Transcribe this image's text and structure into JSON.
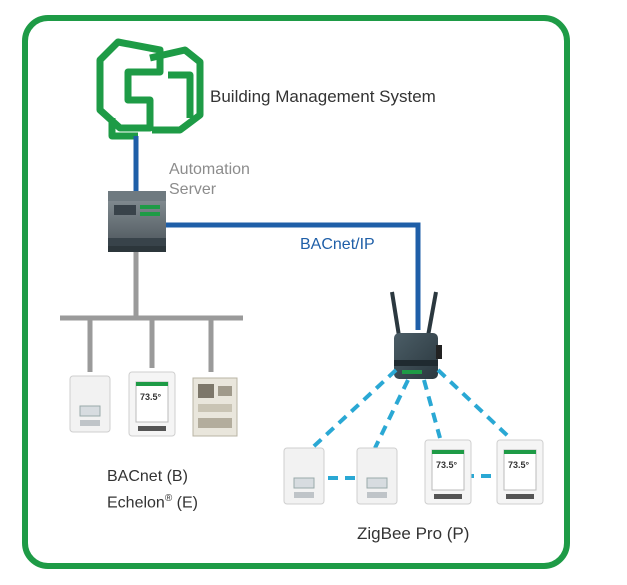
{
  "colors": {
    "frame": "#1e9b46",
    "logo": "#1e9b46",
    "ip_link": "#1f5fa8",
    "bus": "#9a9a9a",
    "zigbee": "#2aa8d4",
    "text_dark": "#333333",
    "text_gray": "#8c8c8c",
    "text_blue": "#1f5fa8"
  },
  "labels": {
    "bms": "Building Management System",
    "automation_line1": "Automation",
    "automation_line2": "Server",
    "bacnet_ip": "BACnet/IP",
    "bacnet_b": "BACnet (B)",
    "echelon_name": "Echelon",
    "echelon_reg": "®",
    "echelon_suffix": " (E)",
    "zigbee": "ZigBee Pro (P)"
  },
  "device_display": {
    "temp": "73.5°"
  },
  "icons": {
    "bms_logo": "building-management-logo",
    "automation_server": "automation-server-device",
    "router": "wireless-router-device",
    "thermostat": "room-controller-device",
    "io_module": "io-module-device"
  }
}
